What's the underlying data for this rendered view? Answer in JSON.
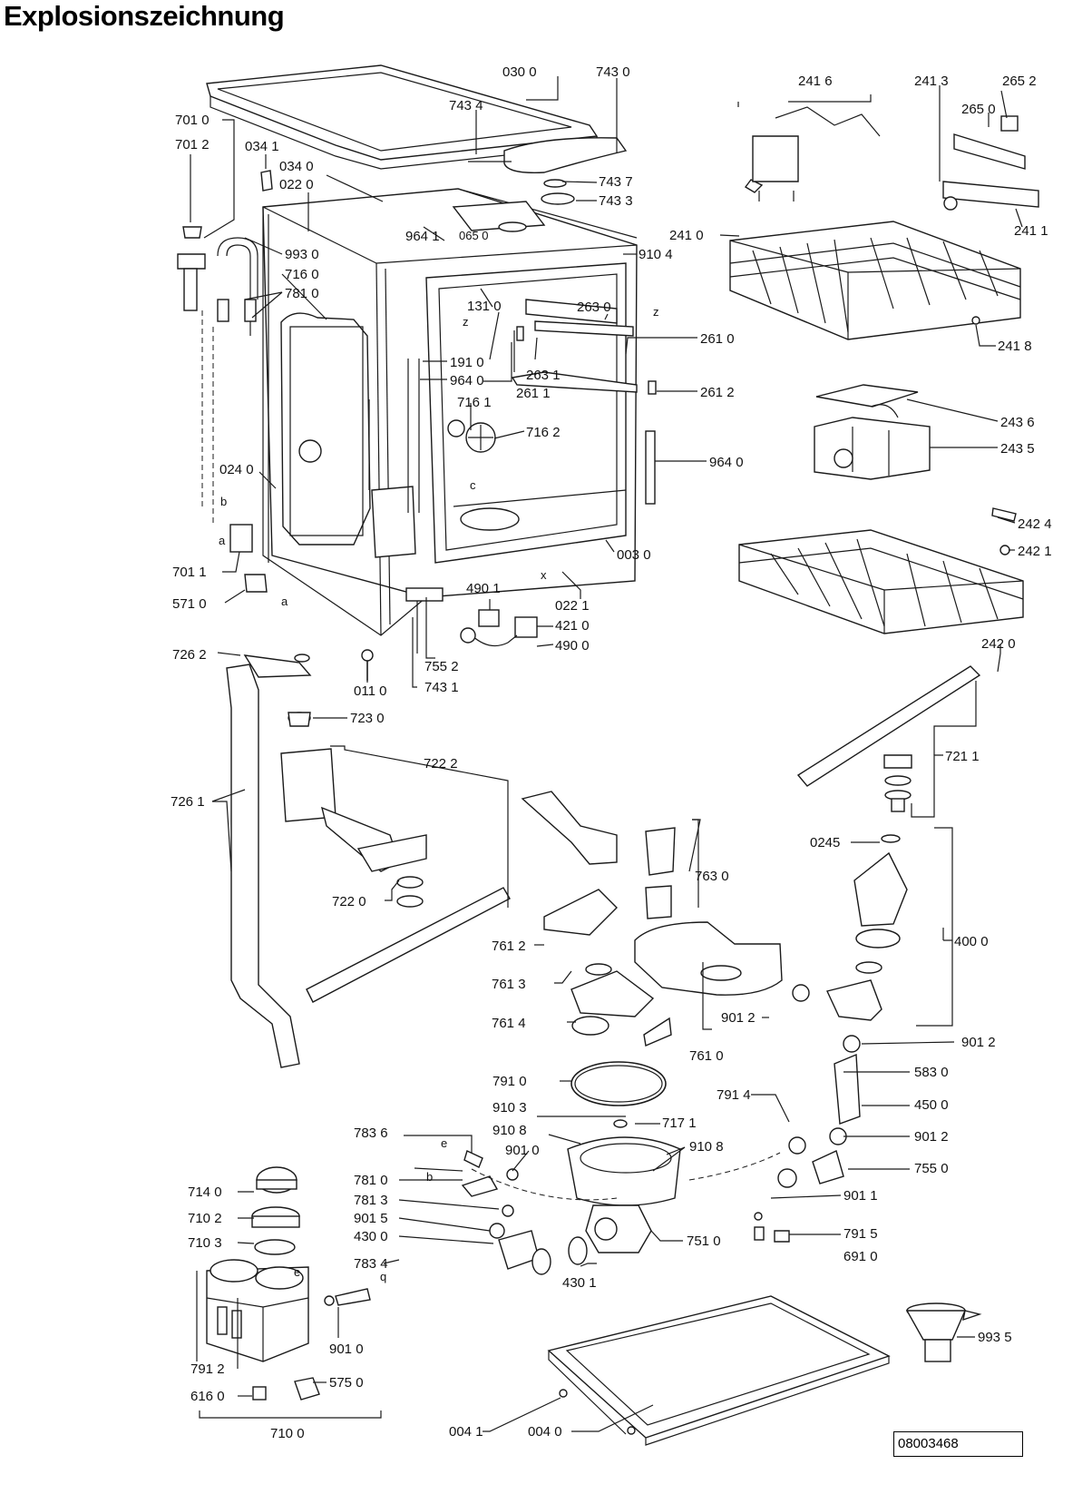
{
  "title": "Explosionszeichnung",
  "document_number": "08003468",
  "callout_labels": {
    "l0300": "030 0",
    "l7430": "743 0",
    "l7434": "743 4",
    "l7437": "743 7",
    "l7433": "743 3",
    "l7010": "701 0",
    "l7012": "701 2",
    "l0341": "034 1",
    "l0340": "034 0",
    "l0220": "022 0",
    "l9641": "964 1",
    "l0650": "065 0",
    "l9104": "910 4",
    "l9930": "993 0",
    "l7160": "716 0",
    "l7810a": "781 0",
    "l1310": "131 0",
    "l2630": "263 0",
    "l2610": "261 0",
    "l2631": "263 1",
    "l2611": "261 1",
    "l2612": "261 2",
    "l1910": "191 0",
    "l9640a": "964 0",
    "l7161": "716 1",
    "l7162": "716 2",
    "l9640b": "964 0",
    "l0240": "024 0",
    "l0030": "003 0",
    "l7011": "701 1",
    "l5710": "571 0",
    "l4901": "490 1",
    "l0221": "022 1",
    "l4210": "421 0",
    "l4900": "490 0",
    "l7552": "755 2",
    "l7431": "743 1",
    "l0110": "011 0",
    "l7262": "726 2",
    "l7230": "723 0",
    "l7222": "722 2",
    "l7261": "726 1",
    "l7220": "722 0",
    "l2416": "241 6",
    "l2413": "241 3",
    "l2652": "265 2",
    "l2650": "265 0",
    "l2410": "241 0",
    "l2411": "241 1",
    "l2418": "241 8",
    "l2436": "243 6",
    "l2435": "243 5",
    "l2424": "242 4",
    "l2421": "242 1",
    "l2420": "242 0",
    "l7211": "721 1",
    "l7630": "763 0",
    "l0245": "0245",
    "l4000": "400 0",
    "l7612": "761 2",
    "l7613": "761 3",
    "l7614": "761 4",
    "l9012a": "901 2",
    "l7610": "761 0",
    "l9012b": "901 2",
    "l7910": "791 0",
    "l7914": "791 4",
    "l5830": "583 0",
    "l4500": "450 0",
    "l9103": "910 3",
    "l7171": "717 1",
    "l9108a": "910 8",
    "l9108b": "910 8",
    "l9012c": "901 2",
    "l7836": "783 6",
    "l9010a": "901 0",
    "l7550": "755 0",
    "l7810b": "781 0",
    "l7813": "781 3",
    "l9011": "901 1",
    "l7140": "714 0",
    "l7915": "791 5",
    "l7510": "751 0",
    "l9015": "901 5",
    "l6910": "691 0",
    "l7102": "710 2",
    "l4300": "430 0",
    "l7103": "710 3",
    "l7834": "783 4",
    "l4301": "430 1",
    "l9010b": "901 0",
    "l9935": "993 5",
    "l7912": "791 2",
    "l5750": "575 0",
    "l6160": "616 0",
    "l7100": "710 0",
    "l0041": "004 1",
    "l0040": "004 0"
  },
  "marker_letters": {
    "a1": "a",
    "a2": "a",
    "b1": "b",
    "b2": "b",
    "e1": "e",
    "e2": "e",
    "c1": "c",
    "x1": "x",
    "z1": "z",
    "z2": "z",
    "q1": "q"
  }
}
